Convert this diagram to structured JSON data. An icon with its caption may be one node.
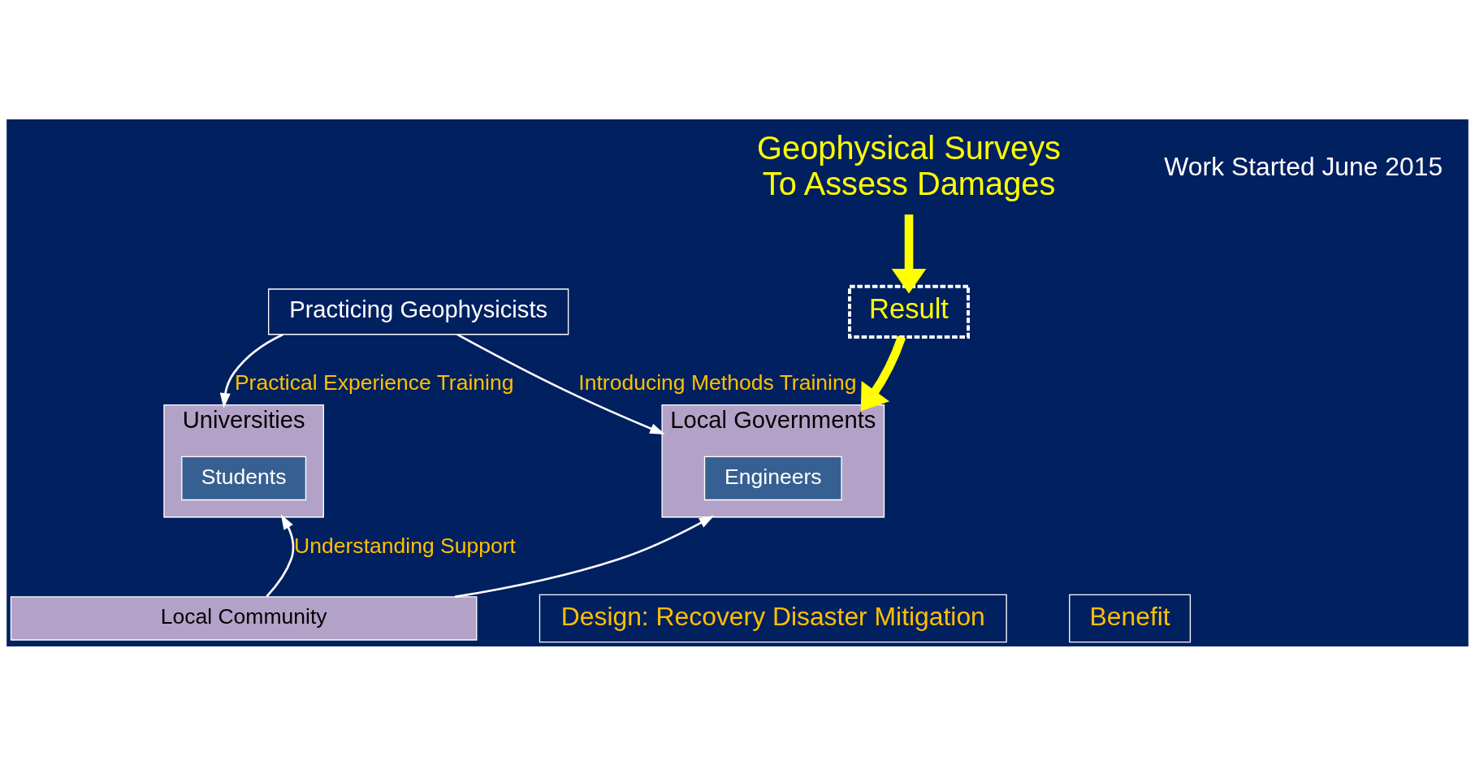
{
  "diagram": {
    "nodes": [
      {
        "text": [
          "Practicing Geophysicists"
        ]
      },
      {
        "text": [
          "Geophysical Surveys",
          "To Assess Damages"
        ]
      },
      {
        "text": [
          "Result"
        ]
      },
      {
        "text": [
          "Universities"
        ]
      },
      {
        "text": [
          "Students"
        ],
        "in": 3
      },
      {
        "text": [
          "Local Governments"
        ]
      },
      {
        "text": [
          "Engineers"
        ],
        "in": 5
      },
      {
        "text": [
          "Local Community"
        ]
      },
      {
        "text": [
          "Design: Recovery Disaster Mitigation"
        ]
      },
      {
        "text": [
          "Benefit"
        ]
      }
    ],
    "edges": [
      {
        "from": 0,
        "to": 3,
        "arrow": "to",
        "label": "Practical Experience Training"
      },
      {
        "from": 0,
        "to": 5,
        "arrow": "to",
        "label": "Introducing Methods Training"
      },
      {
        "from": 1,
        "to": 2,
        "arrow": "to",
        "style": "thick",
        "color": "#ffff00"
      },
      {
        "from": 2,
        "to": 5,
        "arrow": "to",
        "style": "thick",
        "color": "#ffff00"
      },
      {
        "from": 7,
        "to": 3,
        "arrow": "to",
        "label": "Understanding Support"
      },
      {
        "from": 7,
        "to": 5,
        "arrow": "to"
      }
    ],
    "labels": [
      "Work Started June 2015"
    ]
  }
}
